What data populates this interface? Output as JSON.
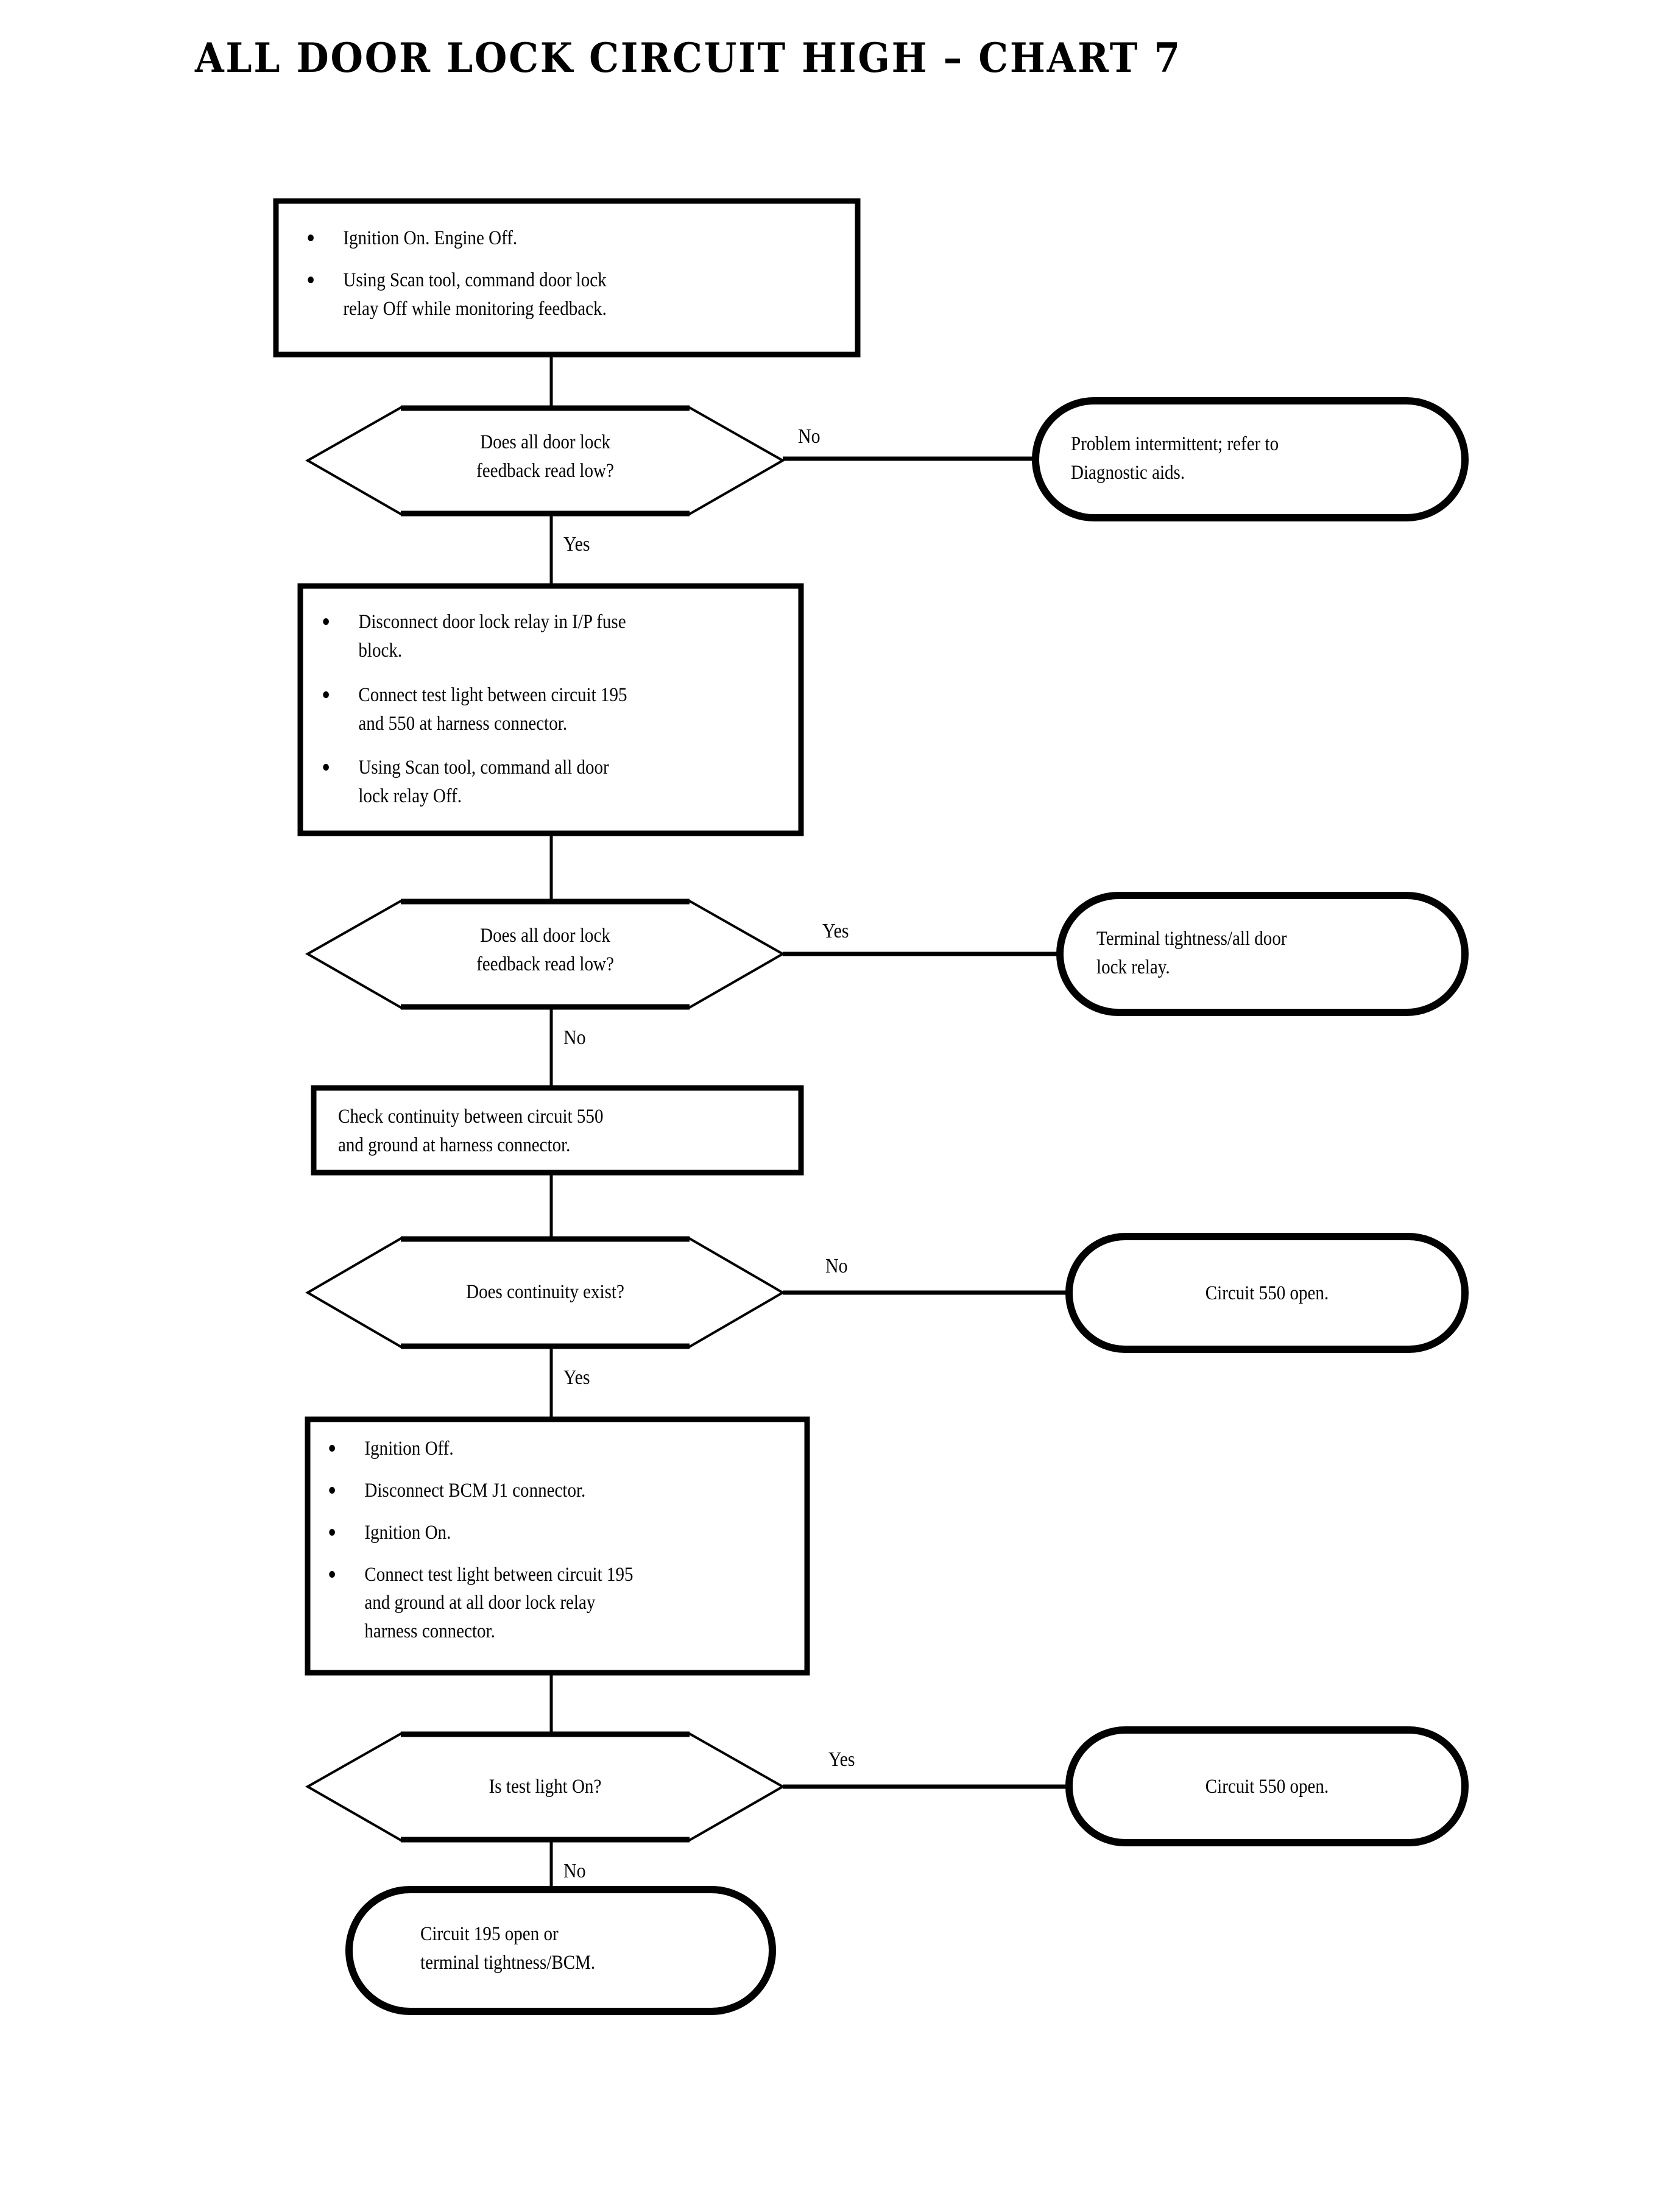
{
  "title": "ALL DOOR LOCK CIRCUIT HIGH – CHART 7",
  "colors": {
    "ink": "#000000",
    "paper": "#ffffff"
  },
  "chart_data": {
    "type": "flowchart",
    "title": "ALL DOOR LOCK CIRCUIT HIGH – CHART 7",
    "orientation": "top-to-bottom, yes/no branches to the right",
    "shapes": {
      "process": "rectangle",
      "decision": "elongated hexagon",
      "terminal": "rounded rectangle / stadium"
    }
  },
  "nodes": {
    "step1": {
      "shape": "process",
      "bullets": [
        [
          "Ignition On. Engine Off."
        ],
        [
          "Using Scan tool, command door lock",
          "relay Off while monitoring feedback."
        ]
      ]
    },
    "decision1": {
      "shape": "decision",
      "lines": [
        "Does all door lock",
        "feedback read low?"
      ]
    },
    "terminal1": {
      "shape": "terminal",
      "lines": [
        "Problem intermittent; refer to",
        "Diagnostic aids."
      ]
    },
    "step2": {
      "shape": "process",
      "bullets": [
        [
          "Disconnect door lock relay in I/P fuse",
          "block."
        ],
        [
          "Connect test light between circuit 195",
          "and 550 at harness connector."
        ],
        [
          "Using Scan tool, command all door",
          "lock relay Off."
        ]
      ]
    },
    "decision2": {
      "shape": "decision",
      "lines": [
        "Does all door lock",
        "feedback read low?"
      ]
    },
    "terminal2": {
      "shape": "terminal",
      "lines": [
        "Terminal tightness/all door",
        "lock relay."
      ]
    },
    "step3": {
      "shape": "process",
      "lines": [
        "Check continuity between circuit 550",
        "and ground at harness connector."
      ]
    },
    "decision3": {
      "shape": "decision",
      "lines": [
        "Does continuity exist?"
      ]
    },
    "terminal3": {
      "shape": "terminal",
      "lines": [
        "Circuit 550 open."
      ]
    },
    "step4": {
      "shape": "process",
      "bullets": [
        [
          "Ignition Off."
        ],
        [
          "Disconnect BCM J1 connector."
        ],
        [
          "Ignition On."
        ],
        [
          "Connect test light between circuit 195",
          "and ground at all door lock relay",
          "harness connector."
        ]
      ]
    },
    "decision4": {
      "shape": "decision",
      "lines": [
        "Is test light On?"
      ]
    },
    "terminal4": {
      "shape": "terminal",
      "lines": [
        "Circuit 550 open."
      ]
    },
    "terminal5": {
      "shape": "terminal",
      "lines": [
        "Circuit 195 open or",
        "terminal tightness/BCM."
      ]
    }
  },
  "edges": {
    "d1_no": "No",
    "d1_yes": "Yes",
    "d2_yes": "Yes",
    "d2_no": "No",
    "d3_no": "No",
    "d3_yes": "Yes",
    "d4_yes": "Yes",
    "d4_no": "No"
  }
}
